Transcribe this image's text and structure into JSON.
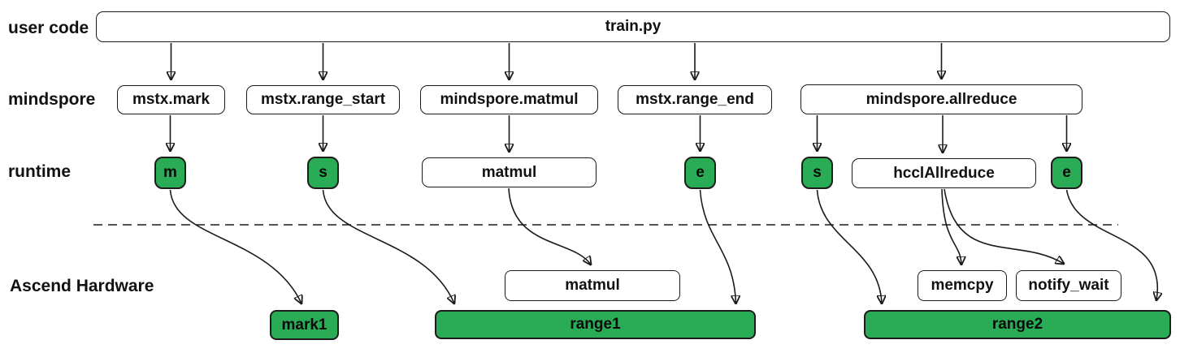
{
  "row_labels": {
    "user_code": "user code",
    "mindspore": "mindspore",
    "runtime": "runtime",
    "hardware": "Ascend Hardware"
  },
  "user_code_row": {
    "train_py": "train.py"
  },
  "mindspore_row": {
    "mstx_mark": "mstx.mark",
    "mstx_range_start": "mstx.range_start",
    "mindspore_matmul": "mindspore.matmul",
    "mstx_range_end": "mstx.range_end",
    "mindspore_allreduce": "mindspore.allreduce"
  },
  "runtime_row": {
    "mark_marker": "m",
    "range_start_marker": "s",
    "matmul": "matmul",
    "range_end_marker": "e",
    "allreduce_start_marker": "s",
    "hccl_allreduce": "hcclAllreduce",
    "allreduce_end_marker": "e"
  },
  "hardware_row": {
    "matmul": "matmul",
    "memcpy": "memcpy",
    "notify_wait": "notify_wait",
    "mark1": "mark1",
    "range1": "range1",
    "range2": "range2"
  },
  "colors": {
    "marker_green": "#2aab55",
    "line_black": "#1a1a1a",
    "box_white": "#ffffff"
  }
}
